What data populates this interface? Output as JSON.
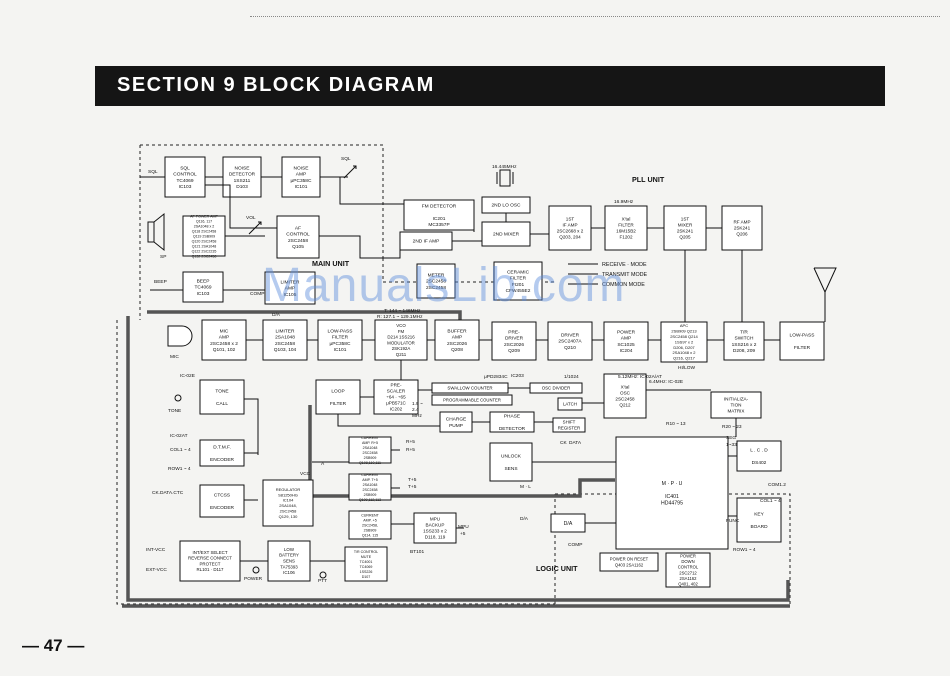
{
  "header": {
    "title": "SECTION 9 BLOCK DIAGRAM"
  },
  "page_number": "— 47 —",
  "watermark": "ManualsLib.com",
  "units": {
    "main": "MAIN UNIT",
    "pll": "PLL UNIT",
    "logic": "LOGIC UNIT"
  },
  "legend": [
    "RECEIVE · MODE",
    "TRANSMIT MODE",
    "COMMON MODE"
  ],
  "blocks": [
    {
      "id": "sql-control",
      "lines": [
        "SQL",
        "CONTROL",
        "TC4069",
        "IC103"
      ]
    },
    {
      "id": "noise-detector",
      "lines": [
        "NOISE",
        "DETECTOR",
        "1SS211",
        "D103"
      ]
    },
    {
      "id": "noise-amp",
      "lines": [
        "NOISE",
        "AMP",
        "μPC358C",
        "IC101"
      ]
    },
    {
      "id": "af-power-amp",
      "lines": [
        "AF POWER AMP",
        "Q116, 117",
        "2SA1048 x 2",
        "Q118 2SC2458",
        "Q119 2SB909",
        "Q120 2SC2458",
        "Q121 2SA1048",
        "Q122 2SC2235",
        "Q132 2SC2458"
      ]
    },
    {
      "id": "af-control",
      "lines": [
        "AF",
        "CONTROL",
        "2SC2458",
        "Q105"
      ]
    },
    {
      "id": "fm-detector",
      "lines": [
        "FM DETECTOR",
        "",
        "IC201",
        "MC3357P"
      ]
    },
    {
      "id": "2nd-if-amp",
      "lines": [
        "2ND IF AMP"
      ]
    },
    {
      "id": "2nd-lo-osc",
      "lines": [
        "2ND LO OSC"
      ]
    },
    {
      "id": "2nd-mixer",
      "lines": [
        "2ND MIXER"
      ]
    },
    {
      "id": "1st-if-amp",
      "lines": [
        "1ST",
        "IF AMP",
        "2SC2668 x 2",
        "Q203, 204"
      ]
    },
    {
      "id": "xtal-filter",
      "lines": [
        "X'tal",
        "FILTER",
        "16M15B2",
        "F1202"
      ]
    },
    {
      "id": "1st-mixer",
      "lines": [
        "1ST",
        "MIXER",
        "2SK241",
        "Q205"
      ]
    },
    {
      "id": "rf-amp",
      "lines": [
        "RF AMP",
        "2SK241",
        "Q206"
      ]
    },
    {
      "id": "beep",
      "lines": [
        "BEEP",
        "TC4069",
        "IC103"
      ]
    },
    {
      "id": "limiter-amp",
      "lines": [
        "LIMITER",
        "AMP",
        "IC105"
      ]
    },
    {
      "id": "meter",
      "lines": [
        "METER",
        "2SC2458",
        "2SC2458"
      ]
    },
    {
      "id": "ceramic-filter",
      "lines": [
        "CERAMIC",
        "FILTER",
        "FI201",
        "CFW455E2"
      ]
    },
    {
      "id": "mic-amp",
      "lines": [
        "MIC",
        "AMP",
        "2SC2458 x 2",
        "Q101, 102"
      ]
    },
    {
      "id": "limiter",
      "lines": [
        "LIMITER",
        "2SA1048",
        "2SC2458",
        "Q103, 104"
      ]
    },
    {
      "id": "low-pass-filter-af",
      "lines": [
        "LOW-PASS",
        "FILTER",
        "μPC358C",
        "IC101"
      ]
    },
    {
      "id": "vco-fm-modulator",
      "lines": [
        "VCO",
        "FM",
        "D214 1SS216",
        "MODULATOR",
        "2SK192A",
        "Q211"
      ]
    },
    {
      "id": "buffer-amp",
      "lines": [
        "BUFFER",
        "AMP",
        "2SC2026",
        "Q208"
      ]
    },
    {
      "id": "pre-driver",
      "lines": [
        "PRE-",
        "DRIVER",
        "2SC2026",
        "Q209"
      ]
    },
    {
      "id": "driver",
      "lines": [
        "DRIVER",
        "2SC2407A",
        "Q210"
      ]
    },
    {
      "id": "power-amp",
      "lines": [
        "POWER",
        "AMP",
        "SC1025",
        "IC204"
      ]
    },
    {
      "id": "apc",
      "lines": [
        "APC",
        "2SB909 Q213",
        "2SC2458 Q214",
        "1SS97 x 2",
        "D206, D207",
        "2SA1048 x 2",
        "Q216, Q217"
      ]
    },
    {
      "id": "tr-switch",
      "lines": [
        "T/R",
        "SWITCH",
        "1SS216 x 2",
        "D208, 209"
      ]
    },
    {
      "id": "low-pass-filter-rf",
      "lines": [
        "LOW-PASS",
        "",
        "FILTER"
      ]
    },
    {
      "id": "tone-call",
      "lines": [
        "TONE",
        "",
        "CALL"
      ]
    },
    {
      "id": "loop-filter",
      "lines": [
        "LOOP",
        "",
        "FILTER"
      ]
    },
    {
      "id": "pre-scaler",
      "lines": [
        "PRE-",
        "SCALER",
        "÷64 · ÷65",
        "μPB571C",
        "IC202"
      ]
    },
    {
      "id": "swallow-counter",
      "lines": [
        "SWALLOW COUNTER"
      ]
    },
    {
      "id": "programmable-counter",
      "lines": [
        "PROGRAMMABLE COUNTER"
      ]
    },
    {
      "id": "osc-divider",
      "lines": [
        "OSC DIVIDER"
      ]
    },
    {
      "id": "latch",
      "lines": [
        "LATCH"
      ]
    },
    {
      "id": "charge-pump",
      "lines": [
        "CHARGE",
        "PUMP"
      ]
    },
    {
      "id": "phase-detector",
      "lines": [
        "PHASE",
        "",
        "DETECTOR"
      ]
    },
    {
      "id": "shift-register",
      "lines": [
        "SHIFT",
        "REGISTER"
      ]
    },
    {
      "id": "xtal-osc",
      "lines": [
        "X'tal",
        "OSC",
        "2SC2458",
        "Q212"
      ]
    },
    {
      "id": "initialization-matrix",
      "lines": [
        "INITIALIZA-",
        "TION",
        "MATRIX"
      ]
    },
    {
      "id": "dtmf-encoder",
      "lines": [
        "D.T.M.F.",
        "",
        "ENCODER"
      ]
    },
    {
      "id": "ctcss-encoder",
      "lines": [
        "CTCSS",
        "",
        "ENCODER"
      ]
    },
    {
      "id": "current-amp-r",
      "lines": [
        "CURRENT",
        "AMP. R+5",
        "2SA1048",
        "2SC2458",
        "2SB909",
        "Q108,110,111"
      ]
    },
    {
      "id": "current-amp-t",
      "lines": [
        "CURRENT",
        "AMP. T+5",
        "2SA1048",
        "2SC2458",
        "2SB909",
        "Q109,112,113"
      ]
    },
    {
      "id": "current-amp-5",
      "lines": [
        "CURRENT",
        "AMP. +5",
        "2SC2458,",
        "2SB909",
        "Q114, 115"
      ]
    },
    {
      "id": "regulator",
      "lines": [
        "REGULATOR",
        "S81250HG",
        "IC104",
        "2SA1048,",
        "2SC2458",
        "Q129, 130"
      ]
    },
    {
      "id": "mpu-backup",
      "lines": [
        "MPU",
        "BACKUP",
        "1SS233 x 2",
        "D118, 119"
      ]
    },
    {
      "id": "unlock-sens",
      "lines": [
        "UNLOCK",
        "",
        "SENS"
      ]
    },
    {
      "id": "mpu",
      "lines": [
        "M · P · U",
        "",
        "IC401",
        "HD44795"
      ]
    },
    {
      "id": "lcd",
      "lines": [
        "L . C . D",
        "",
        "DS402"
      ]
    },
    {
      "id": "key-board",
      "lines": [
        "KEY",
        "",
        "BOARD"
      ]
    },
    {
      "id": "da-converter",
      "lines": [
        "D/A"
      ]
    },
    {
      "id": "int-ext-select",
      "lines": [
        "INT/EXT SELECT",
        "REVERSE CONNECT",
        "PROTECT",
        "RL101 · D117"
      ]
    },
    {
      "id": "low-battery-sens",
      "lines": [
        "LOW",
        "BATTERY",
        "SENS",
        "TA75393",
        "IC106"
      ]
    },
    {
      "id": "tr-control",
      "lines": [
        "T/R CONTROL",
        "MUTE",
        "TC4001",
        "TC4069",
        "1SS226",
        "D107"
      ]
    },
    {
      "id": "power-on-reset",
      "lines": [
        "POWER ON RESET",
        "Q403 2SA1162"
      ]
    },
    {
      "id": "power-down-control",
      "lines": [
        "POWER",
        "DOWN",
        "CONTROL",
        "2SC2712",
        "2SA1162",
        "Q401, 402"
      ]
    }
  ],
  "signals": [
    "SQL",
    "SP",
    "VOL",
    "SQL",
    "BEEP",
    "COMP",
    "D/A",
    "MIC",
    "IC-02E",
    "TONE",
    "IC-02AT",
    "COL1 ~ 4",
    "ROW1 ~ 4",
    "CK.DATA.CTC",
    "INT-VCC",
    "EXT-VCC",
    "POWER",
    "PTT",
    "VCC",
    "A",
    "R+5",
    "R+5",
    "T+5",
    "T+5",
    "MPU",
    "+5",
    "BT101",
    "16.445MHz",
    "16.9MHz",
    "T: 144 ~ 146MHz",
    "R: 127.1 ~ 129.1MHz",
    "μPD2834C",
    "IC203",
    "1/1024",
    "1.9 ~",
    "2.4",
    "MHz",
    "CK",
    "DATA",
    "5.12MHz: IC-02A/AT",
    "6.4MHz: IC-02E",
    "R10 ~ 13",
    "R20 ~ 23",
    "SEG",
    "1~33",
    "COM1.2",
    "COL1 ~ 4",
    "ROW1 ~ 4",
    "FUNC",
    "M · L",
    "D/A",
    "COMP",
    "HI/LOW"
  ]
}
